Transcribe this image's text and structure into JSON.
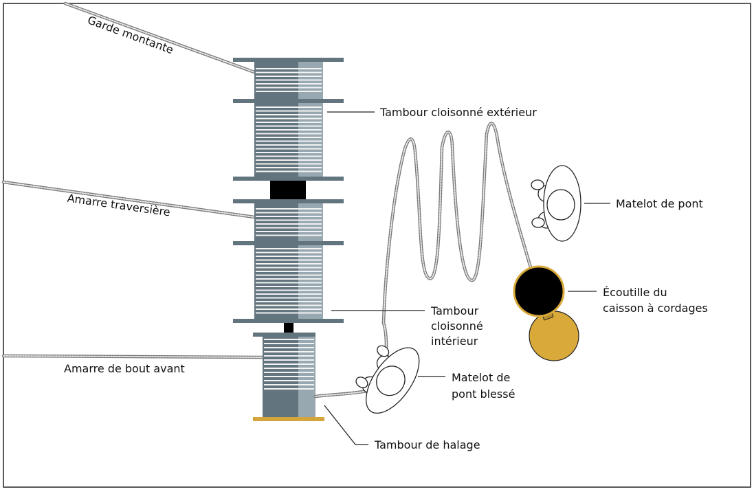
{
  "labels": {
    "garde_montante": "Garde montante",
    "amarre_traversiere": "Amarre traversière",
    "amarre_bout_avant": "Amarre de bout avant",
    "tambour_exterieur": "Tambour cloisonné extérieur",
    "tambour_interieur": [
      "Tambour",
      "cloisonné",
      "intérieur"
    ],
    "matelot_pont": "Matelot de pont",
    "ecoutille": [
      "Écoutille du",
      "caisson à cordages"
    ],
    "matelot_blesse": [
      "Matelot de",
      "pont blessé"
    ],
    "tambour_halage": "Tambour de halage"
  },
  "colors": {
    "drum_dark": "#62747e",
    "drum_light": "#98a8b1",
    "base_gold": "#d4a53a",
    "hatch_gold": "#d9a93a",
    "hatch_black": "#000000",
    "coupling_black": "#000000"
  }
}
